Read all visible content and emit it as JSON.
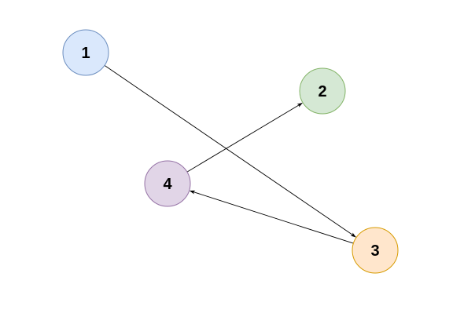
{
  "nodes": [
    {
      "id": "1",
      "label": "1",
      "fill": "#dae8fc",
      "stroke": "#6c8ebf"
    },
    {
      "id": "2",
      "label": "2",
      "fill": "#d5e8d4",
      "stroke": "#82b366"
    },
    {
      "id": "3",
      "label": "3",
      "fill": "#ffe6cc",
      "stroke": "#d79b00"
    },
    {
      "id": "4",
      "label": "4",
      "fill": "#e1d5e7",
      "stroke": "#9673a6"
    }
  ],
  "edges": [
    {
      "from": "1",
      "to": "3"
    },
    {
      "from": "4",
      "to": "2"
    },
    {
      "from": "3",
      "to": "4"
    }
  ],
  "colors": {
    "edge": "#000000",
    "background": "#ffffff"
  }
}
